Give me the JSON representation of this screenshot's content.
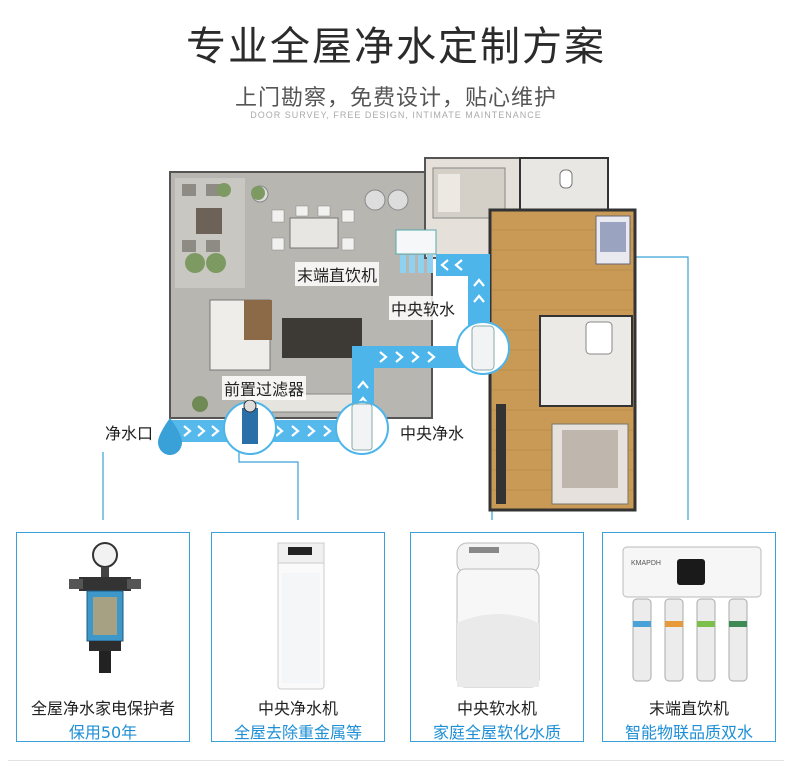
{
  "header": {
    "title": "专业全屋净水定制方案",
    "subtitle": "上门勘察，免费设计，贴心维护",
    "subtitle_en": "DOOR SURVEY, FREE DESIGN, INTIMATE MAINTENANCE"
  },
  "plan_labels": {
    "terminal": "末端直饮机",
    "softener": "中央软水",
    "prefilter": "前置过滤器",
    "inlet": "净水口",
    "purifier": "中央净水"
  },
  "products": [
    {
      "name": "全屋净水家电保护者",
      "desc": "保用50年"
    },
    {
      "name": "中央净水机",
      "desc": "全屋去除重金属等"
    },
    {
      "name": "中央软水机",
      "desc": "家庭全屋软化水质"
    },
    {
      "name": "末端直饮机",
      "desc": "智能物联品质双水"
    }
  ],
  "brand_mark": "KMAPDH",
  "colors": {
    "accent": "#3aa0d8",
    "pipe": "#4db5ea",
    "floor_wood": "#c99a55",
    "tile": "#b8b6b1"
  }
}
